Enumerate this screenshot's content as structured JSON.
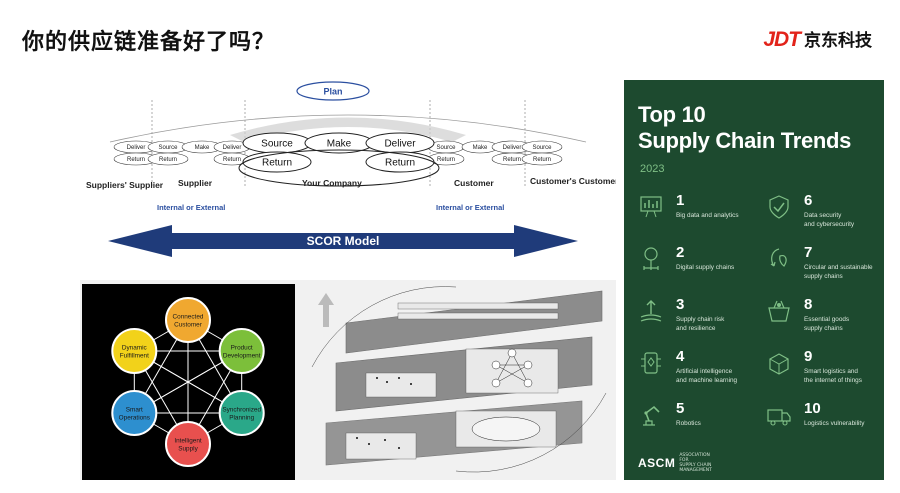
{
  "slide": {
    "title": "你的供应链准备好了吗？"
  },
  "brand": {
    "logo": "JDT",
    "name": "京东科技",
    "color": "#e2231a"
  },
  "scor": {
    "plan": "Plan",
    "source": "Source",
    "make": "Make",
    "deliver": "Deliver",
    "return": "Return",
    "columns": [
      "Suppliers' Supplier",
      "Supplier",
      "Your Company",
      "Customer",
      "Customer's Customer"
    ],
    "internal_external": "Internal or External",
    "model_label": "SCOR Model",
    "arrow_color": "#1f3b7a"
  },
  "wheel": {
    "nodes": [
      {
        "label": "Connected Customer",
        "color": "#f0a830"
      },
      {
        "label": "Product Development",
        "color": "#7cbf3a"
      },
      {
        "label": "Synchronized Planning",
        "color": "#2aa889"
      },
      {
        "label": "Intelligent Supply",
        "color": "#e8504e"
      },
      {
        "label": "Smart Operations",
        "color": "#2d8fcf"
      },
      {
        "label": "Dynamic Fulfillment",
        "color": "#f2d21a"
      }
    ]
  },
  "trends": {
    "title_line1": "Top 10",
    "title_line2": "Supply Chain Trends",
    "year": "2023",
    "accent": "#7fbf86",
    "items": [
      {
        "num": "1",
        "line1": "Big data and analytics",
        "line2": "",
        "icon": "bar-chart-icon"
      },
      {
        "num": "6",
        "line1": "Data security",
        "line2": "and cybersecurity",
        "icon": "shield-check-icon"
      },
      {
        "num": "2",
        "line1": "Digital supply chains",
        "line2": "",
        "icon": "network-icon"
      },
      {
        "num": "7",
        "line1": "Circular and sustainable",
        "line2": "supply chains",
        "icon": "recycle-leaf-icon"
      },
      {
        "num": "3",
        "line1": "Supply chain risk",
        "line2": "and resilience",
        "icon": "growth-arrow-icon"
      },
      {
        "num": "8",
        "line1": "Essential goods",
        "line2": "supply chains",
        "icon": "basket-icon"
      },
      {
        "num": "4",
        "line1": "Artificial intelligence",
        "line2": "and machine learning",
        "icon": "ai-brain-icon"
      },
      {
        "num": "9",
        "line1": "Smart logistics and",
        "line2": "the internet of things",
        "icon": "box-iot-icon"
      },
      {
        "num": "5",
        "line1": "Robotics",
        "line2": "",
        "icon": "robot-arm-icon"
      },
      {
        "num": "10",
        "line1": "Logistics vulnerability",
        "line2": "",
        "icon": "truck-icon"
      }
    ],
    "footer_logo": "ASCM",
    "footer_text": [
      "ASSOCIATION FOR",
      "SUPPLY CHAIN",
      "MANAGEMENT"
    ]
  }
}
